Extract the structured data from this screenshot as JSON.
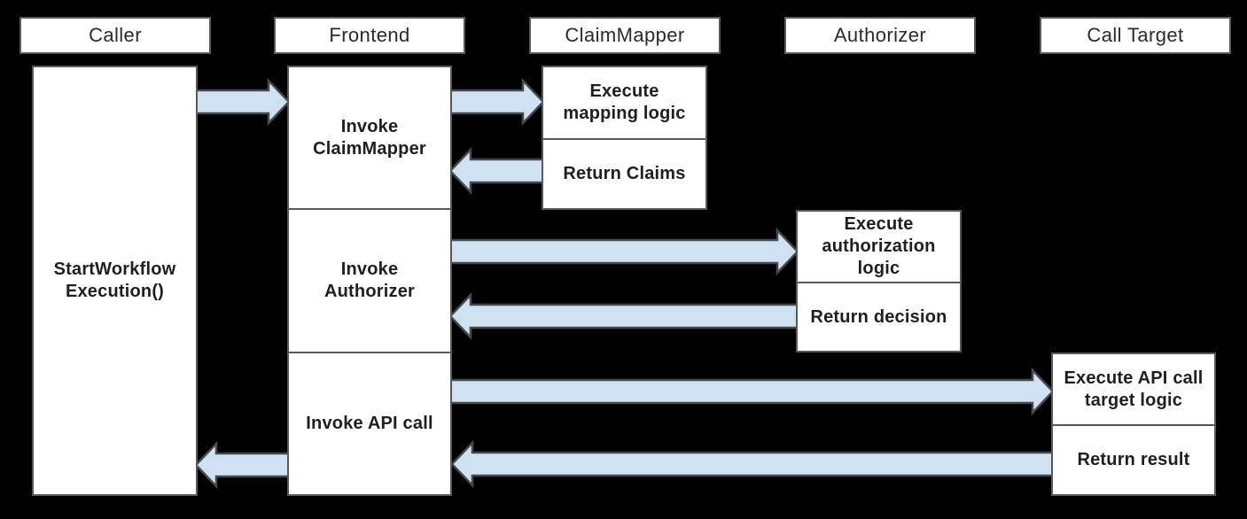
{
  "actors": [
    "Caller",
    "Frontend",
    "ClaimMapper",
    "Authorizer",
    "Call Target"
  ],
  "caller": {
    "label": "StartWorkflow\nExecution()"
  },
  "frontend": {
    "steps": [
      "Invoke\nClaimMapper",
      "Invoke\nAuthorizer",
      "Invoke API call"
    ]
  },
  "claim_mapper": {
    "steps": [
      "Execute\nmapping logic",
      "Return Claims"
    ]
  },
  "authorizer": {
    "steps": [
      "Execute\nauthorization\nlogic",
      "Return decision"
    ]
  },
  "call_target": {
    "steps": [
      "Execute API call\ntarget logic",
      "Return result"
    ]
  },
  "flows": [
    {
      "from": "Caller",
      "to": "Frontend"
    },
    {
      "from": "Frontend",
      "to": "ClaimMapper"
    },
    {
      "from": "ClaimMapper",
      "to": "Frontend"
    },
    {
      "from": "Frontend",
      "to": "Authorizer"
    },
    {
      "from": "Authorizer",
      "to": "Frontend"
    },
    {
      "from": "Frontend",
      "to": "Call Target"
    },
    {
      "from": "Call Target",
      "to": "Frontend"
    },
    {
      "from": "Frontend",
      "to": "Caller"
    }
  ],
  "colors": {
    "background": "#000000",
    "box_fill": "#ffffff",
    "box_border": "#595959",
    "arrow_fill": "#cfe2f3",
    "arrow_outline": "#45494e",
    "text": "#1f1f1f"
  }
}
